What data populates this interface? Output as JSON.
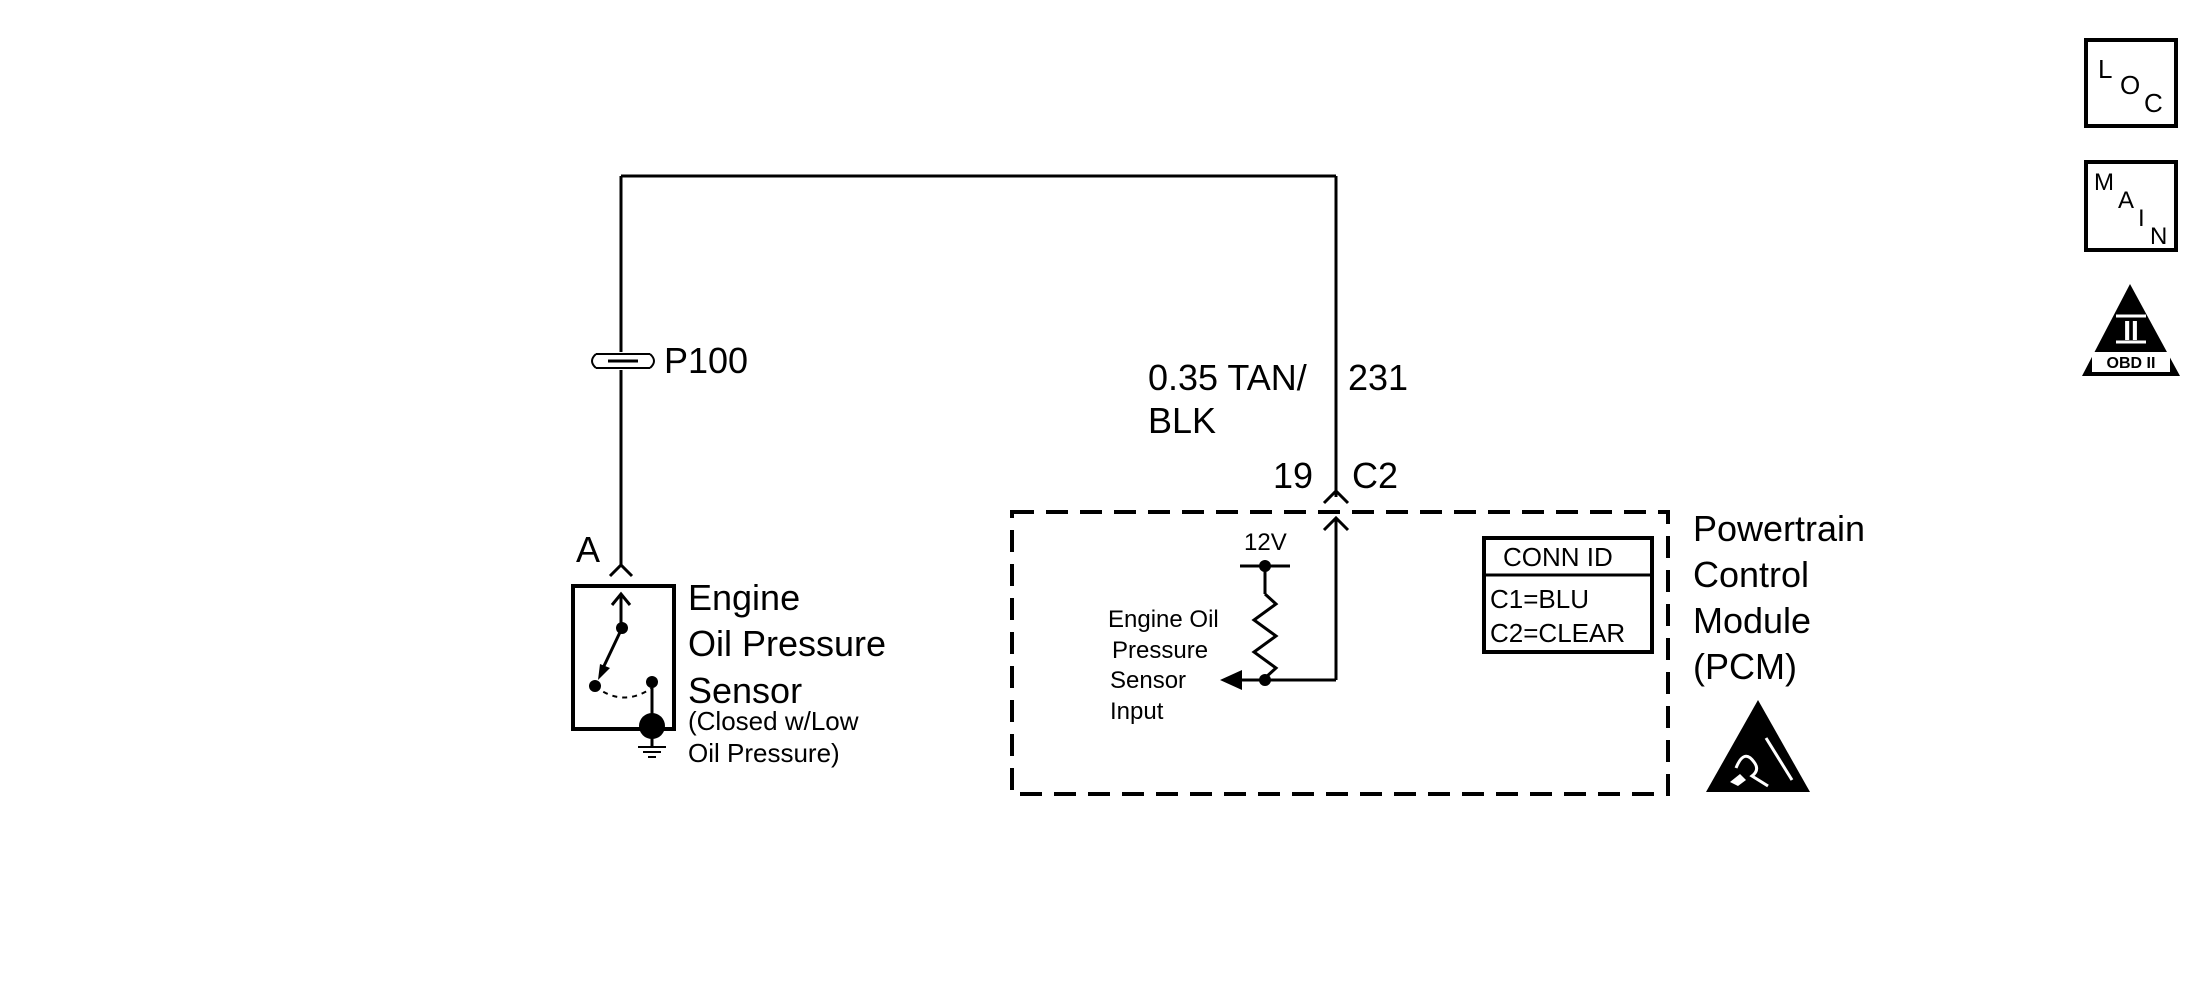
{
  "splice": {
    "label": "P100"
  },
  "wire": {
    "size_color_line1": "0.35 TAN/",
    "size_color_line2": "BLK",
    "circuit": "231"
  },
  "connector": {
    "pin": "19",
    "id": "C2"
  },
  "sensor": {
    "terminal": "A",
    "name_line1": "Engine",
    "name_line2": "Oil Pressure",
    "name_line3": "Sensor",
    "note_line1": "(Closed w/Low",
    "note_line2": "Oil Pressure)"
  },
  "pcm": {
    "voltage": "12V",
    "input_line1": "Engine Oil",
    "input_line2": "Pressure",
    "input_line3": "Sensor",
    "input_line4": "Input",
    "name_line1": "Powertrain",
    "name_line2": "Control",
    "name_line3": "Module",
    "name_line4": "(PCM)"
  },
  "conn_id": {
    "title": "CONN ID",
    "row1": "C1=BLU",
    "row2": "C2=CLEAR"
  },
  "side_buttons": {
    "loc": {
      "l1": "L",
      "l2": "O",
      "l3": "C"
    },
    "main": {
      "l1": "M",
      "l2": "A",
      "l3": "I",
      "l4": "N"
    },
    "obd": {
      "numeral": "II",
      "label": "OBD II"
    }
  },
  "icons": {
    "esd": "esd-warning-icon",
    "ground": "ground-icon",
    "splice": "splice-icon"
  }
}
